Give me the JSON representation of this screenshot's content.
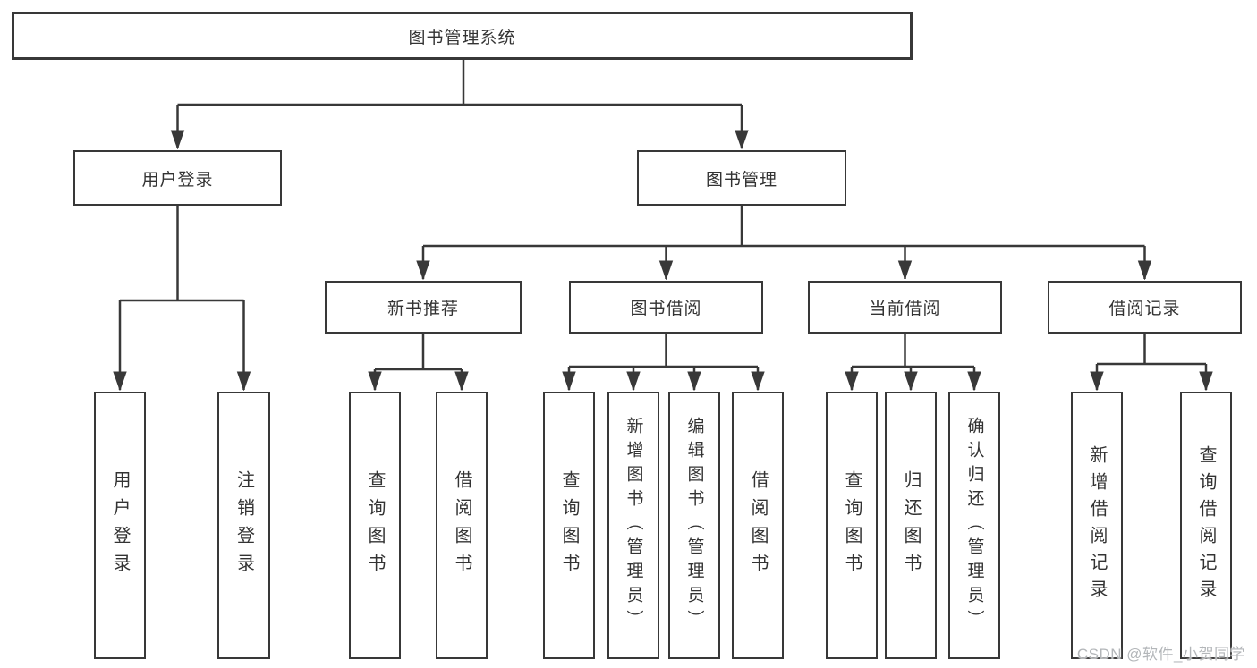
{
  "diagram_type": "hierarchy-tree",
  "colors": {
    "line": "#383838",
    "box_border": "#383838",
    "text": "#333333",
    "background": "#ffffff",
    "watermark_text_color": "#b3b6b9"
  },
  "tree": {
    "label": "图书管理系统",
    "children": [
      {
        "label": "用户登录",
        "children": [
          {
            "label": "用户登录"
          },
          {
            "label": "注销登录"
          }
        ]
      },
      {
        "label": "图书管理",
        "children": [
          {
            "label": "新书推荐",
            "children": [
              {
                "label": "查询图书"
              },
              {
                "label": "借阅图书"
              }
            ]
          },
          {
            "label": "图书借阅",
            "children": [
              {
                "label": "查询图书"
              },
              {
                "label": "新增图书（管理员）"
              },
              {
                "label": "编辑图书（管理员）"
              },
              {
                "label": "借阅图书"
              }
            ]
          },
          {
            "label": "当前借阅",
            "children": [
              {
                "label": "查询图书"
              },
              {
                "label": "归还图书"
              },
              {
                "label": "确认归还（管理员）"
              }
            ]
          },
          {
            "label": "借阅记录",
            "children": [
              {
                "label": "新增借阅记录"
              },
              {
                "label": "查询借阅记录"
              }
            ]
          }
        ]
      }
    ]
  },
  "watermark": {
    "text": "CSDN @软件_小贺同学"
  }
}
